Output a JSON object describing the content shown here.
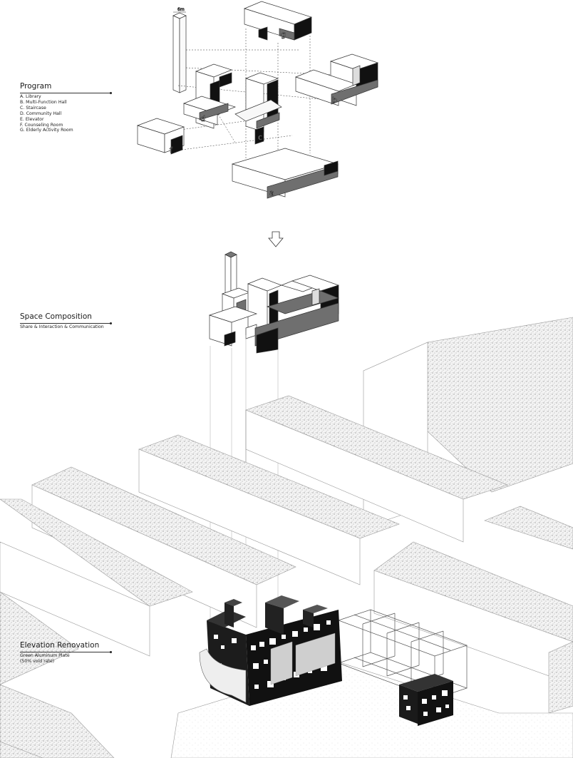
{
  "program": {
    "title": "Program",
    "items": [
      "A. Library",
      "B. Multi-Function Hall",
      "C. Staircase",
      "D. Community Hall",
      "E. Elevator",
      "F. Counseling Room",
      "G. Elderly Activity Room"
    ]
  },
  "composition": {
    "title": "Space Composition",
    "subtitle": "Share & Interaction & Communication"
  },
  "elevation": {
    "title": "Elevation Renovation",
    "lines": [
      "Green Aluminum Plate",
      "(50% void rate)"
    ]
  },
  "block_tags": {
    "a": "a",
    "b": "b",
    "c": "c",
    "d": "d",
    "e": "e",
    "f": "f",
    "g": "g"
  },
  "dimension_label": "6m",
  "colors": {
    "void": "#111111",
    "inner_grey": "#6f6f6f",
    "line": "#333333",
    "texture": "#8a8a8a"
  }
}
